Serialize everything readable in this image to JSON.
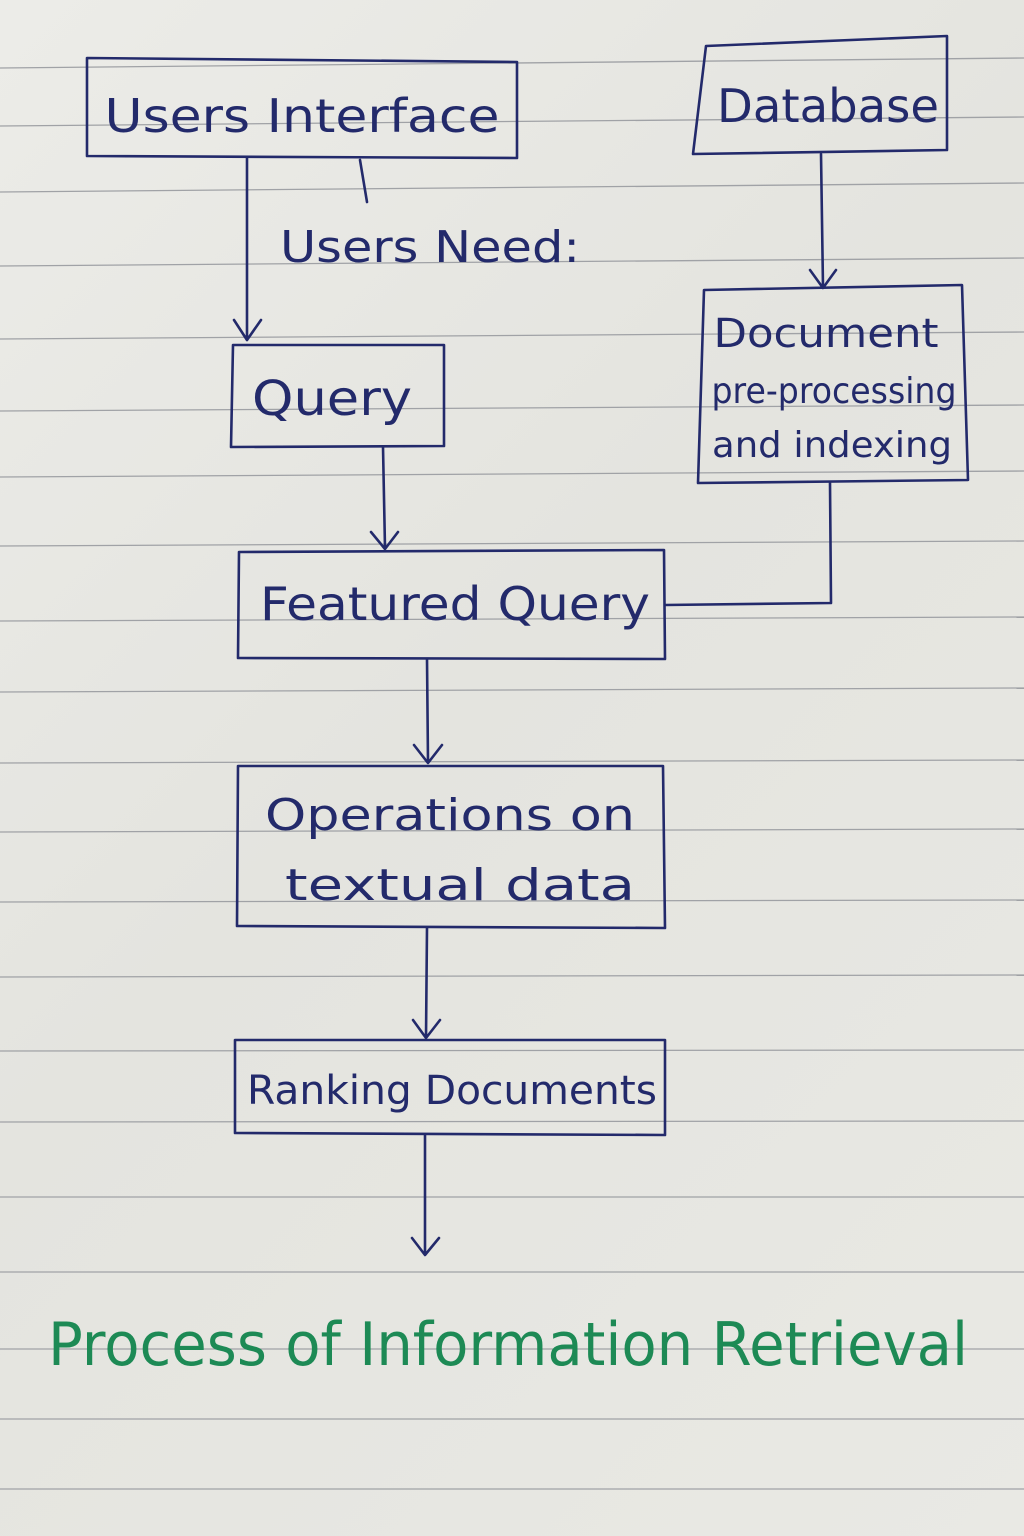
{
  "diagram": {
    "nodes": {
      "users_interface": "Users Interface",
      "database": "Database",
      "users_need": "Users Need:",
      "query": "Query",
      "doc_line1": "Document",
      "doc_line2": "pre-processing",
      "doc_line3": "and indexing",
      "featured_query": "Featured Query",
      "ops_line1": "Operations on",
      "ops_line2": "textual data",
      "ranking": "Ranking Documents"
    },
    "title": "Process of Information Retrieval"
  },
  "colors": {
    "ink": "#232a6b",
    "title_ink": "#1d8a55",
    "paper": "#e8e8e3",
    "rule_lines": "#9a9ca0"
  }
}
